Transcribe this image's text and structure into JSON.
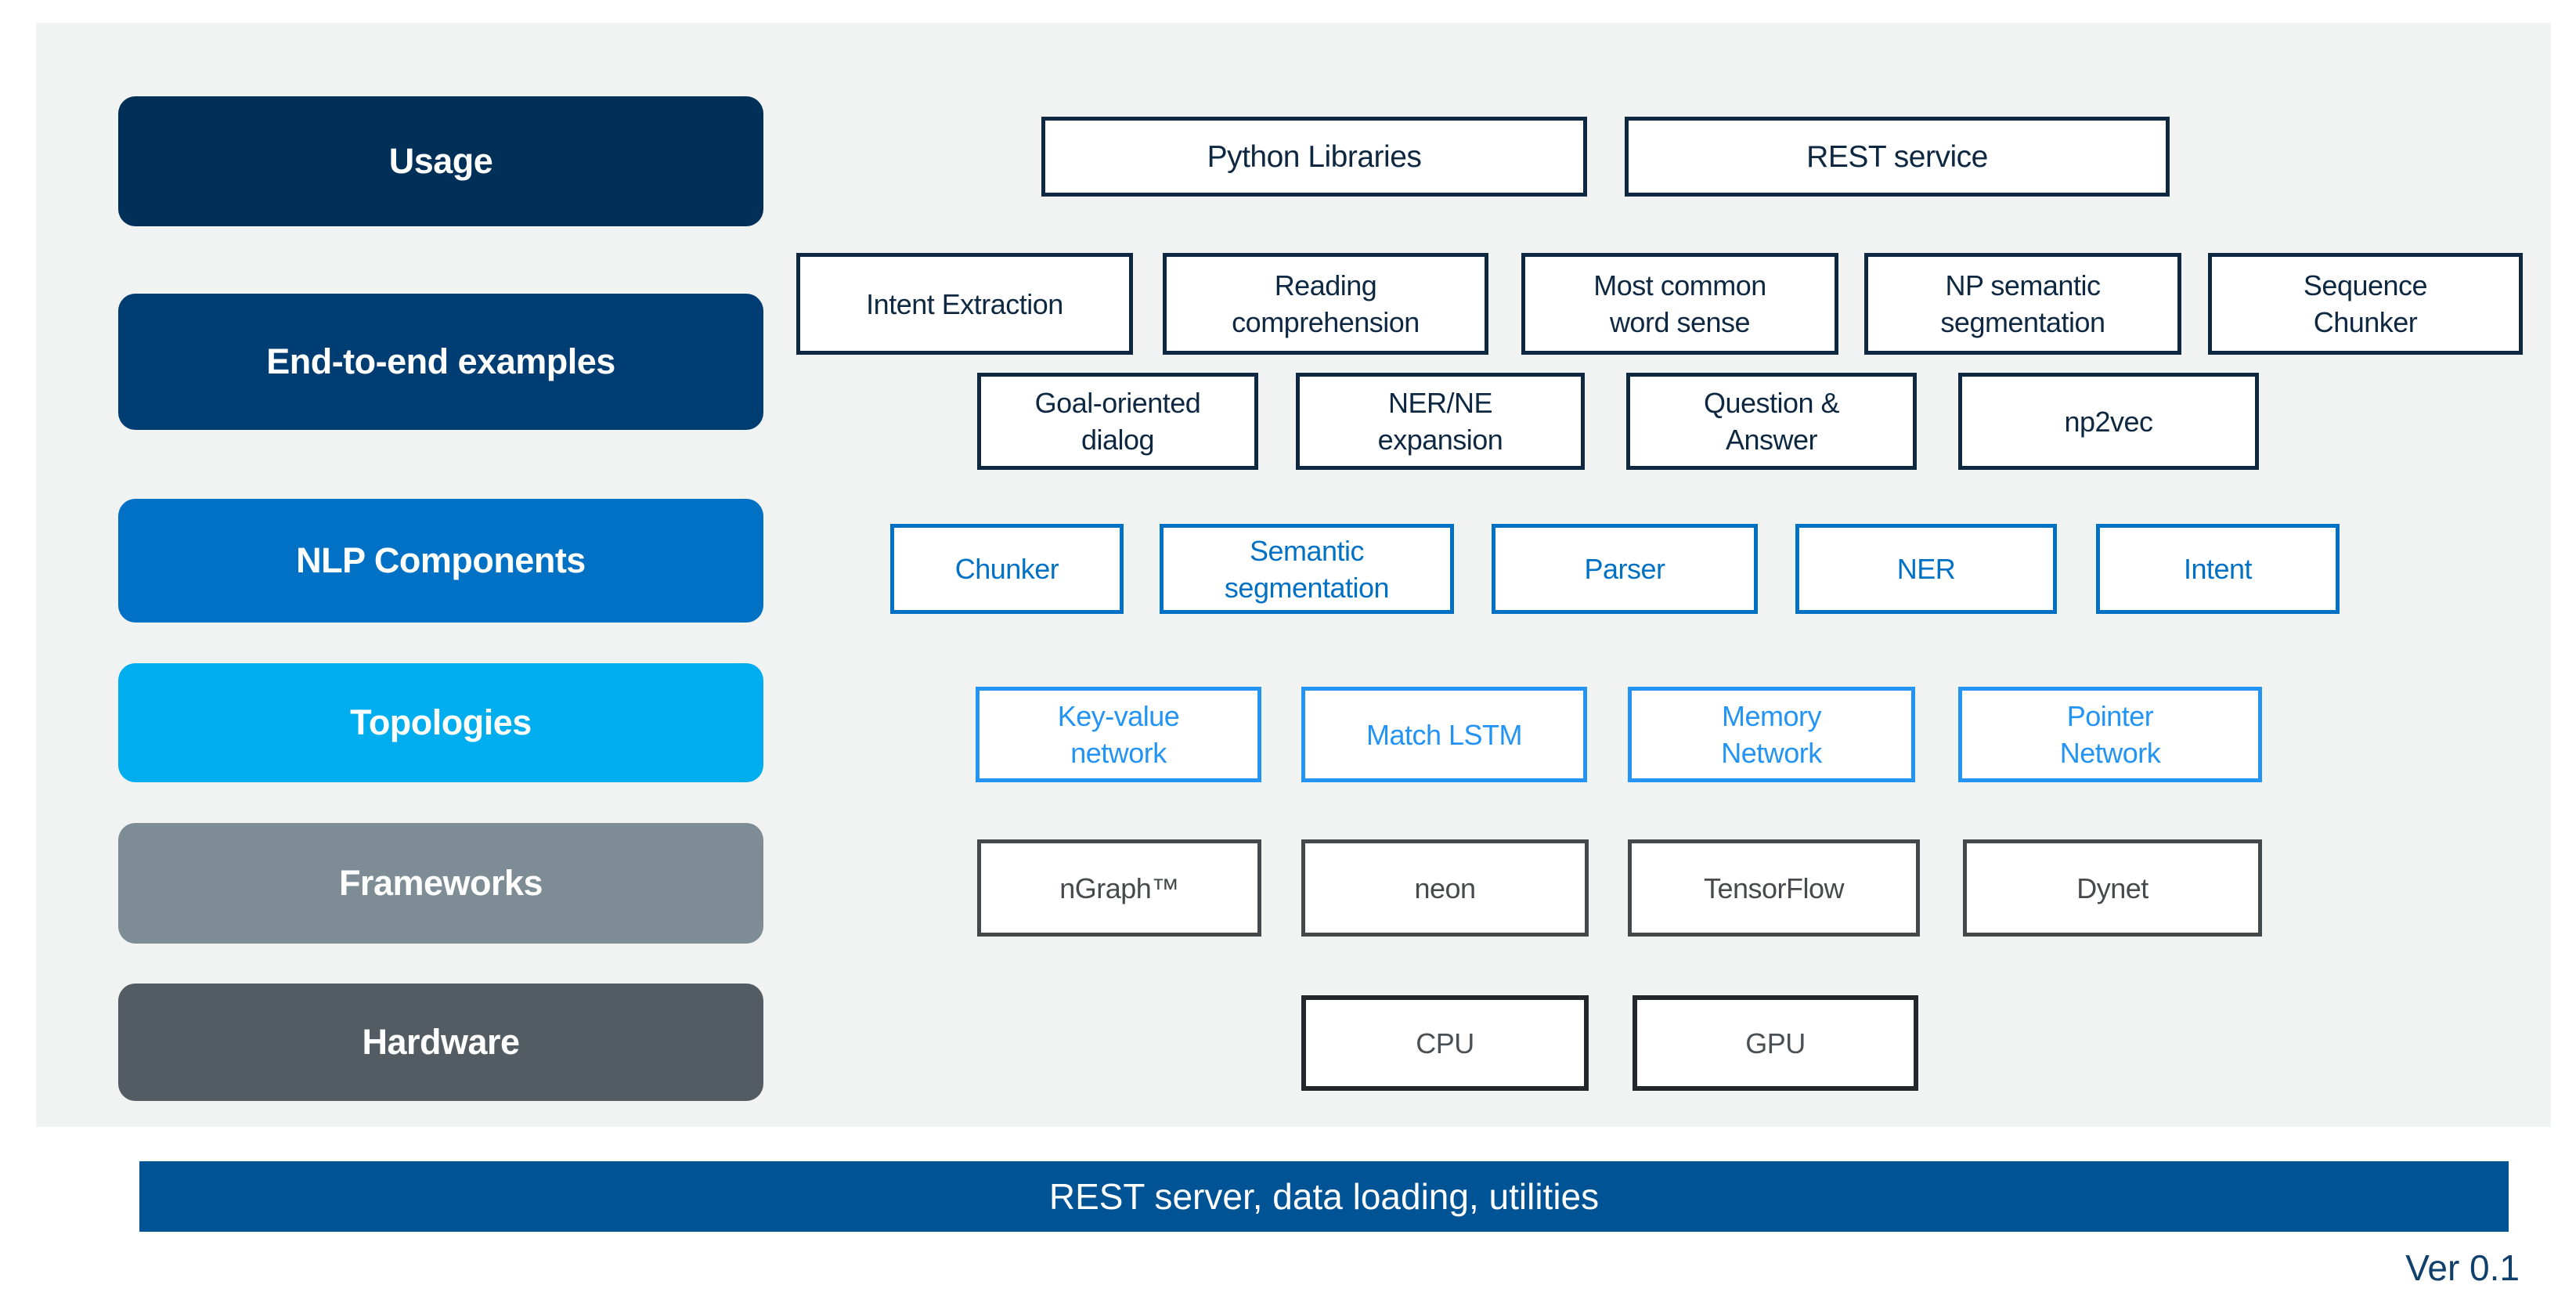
{
  "palette": {
    "panel_bg": "#f1f2f2",
    "usage_label": "#003058",
    "end_to_end_label": "#003d73",
    "nlp_components_label": "#0071c5",
    "topologies_label": "#00aeef",
    "frameworks_label": "#7e8c95",
    "hardware_label": "#535c63",
    "outline_navy": "#0e2841",
    "outline_blue": "#0071c5",
    "outline_bright_blue": "#2494f4",
    "outline_gray": "#45484b",
    "outline_dark": "#24282c",
    "bottom_bar": "#005395",
    "version_text": "#12406d"
  },
  "layers": [
    {
      "label": "Usage",
      "boxes": [
        {
          "lines": [
            "Python Libraries"
          ]
        },
        {
          "lines": [
            "REST service"
          ]
        }
      ]
    },
    {
      "label": "End-to-end examples",
      "boxes": [
        {
          "lines": [
            "Intent Extraction"
          ]
        },
        {
          "lines": [
            "Reading",
            "comprehension"
          ]
        },
        {
          "lines": [
            "Most common",
            "word sense"
          ]
        },
        {
          "lines": [
            "NP semantic",
            "segmentation"
          ]
        },
        {
          "lines": [
            "Sequence",
            "Chunker"
          ]
        },
        {
          "lines": [
            "Goal-oriented",
            "dialog"
          ]
        },
        {
          "lines": [
            "NER/NE",
            "expansion"
          ]
        },
        {
          "lines": [
            "Question &",
            "Answer"
          ]
        },
        {
          "lines": [
            "np2vec"
          ]
        }
      ]
    },
    {
      "label": "NLP Components",
      "boxes": [
        {
          "lines": [
            "Chunker"
          ]
        },
        {
          "lines": [
            "Semantic",
            "segmentation"
          ]
        },
        {
          "lines": [
            "Parser"
          ]
        },
        {
          "lines": [
            "NER"
          ]
        },
        {
          "lines": [
            "Intent"
          ]
        }
      ]
    },
    {
      "label": "Topologies",
      "boxes": [
        {
          "lines": [
            "Key-value",
            "network"
          ]
        },
        {
          "lines": [
            "Match LSTM"
          ]
        },
        {
          "lines": [
            "Memory",
            "Network"
          ]
        },
        {
          "lines": [
            "Pointer",
            "Network"
          ]
        }
      ]
    },
    {
      "label": "Frameworks",
      "boxes": [
        {
          "lines": [
            "nGraph™"
          ]
        },
        {
          "lines": [
            "neon"
          ]
        },
        {
          "lines": [
            "TensorFlow"
          ]
        },
        {
          "lines": [
            "Dynet"
          ]
        }
      ]
    },
    {
      "label": "Hardware",
      "boxes": [
        {
          "lines": [
            "CPU"
          ]
        },
        {
          "lines": [
            "GPU"
          ]
        }
      ]
    }
  ],
  "footer": {
    "bar_label": "REST server, data loading, utilities",
    "version": "Ver 0.1"
  }
}
